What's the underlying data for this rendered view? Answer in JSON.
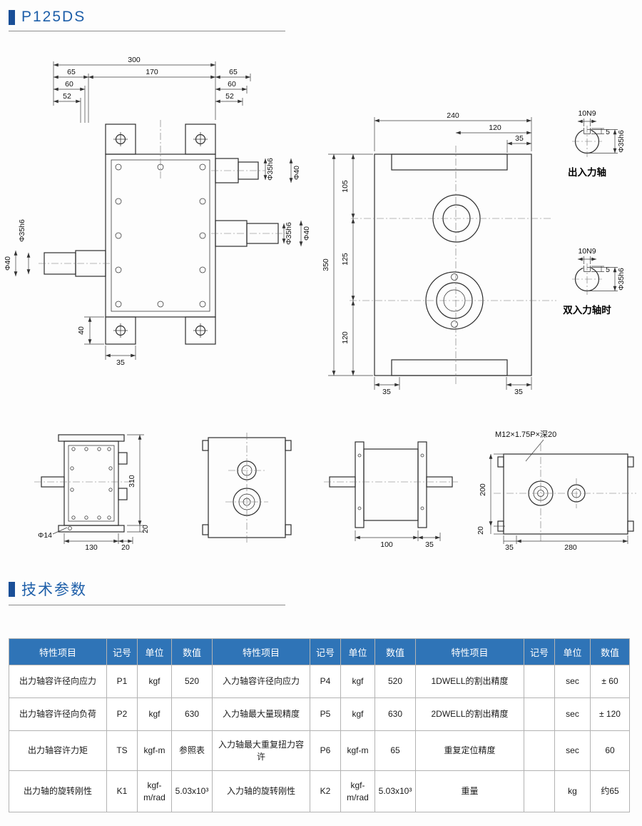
{
  "header": {
    "title": "P125DS"
  },
  "tech_section": {
    "title": "技术参数"
  },
  "front_view": {
    "dim_300": "300",
    "dim_65_left": "65",
    "dim_170": "170",
    "dim_65_right": "65",
    "dim_60_left": "60",
    "dim_60_right": "60",
    "dim_52_left": "52",
    "dim_52_right": "52",
    "dim_phi35h6_top_right": "Φ35h6",
    "dim_phi40_top_right": "Φ40",
    "dim_phi35h6_mid_right": "Φ35h6",
    "dim_phi40_mid_right": "Φ40",
    "dim_phi35h6_left": "Φ35h6",
    "dim_phi40_left": "Φ40",
    "dim_40_bottom": "40",
    "dim_35_bottom": "35"
  },
  "side_view": {
    "dim_240": "240",
    "dim_120_top": "120",
    "dim_35_top": "35",
    "dim_350": "350",
    "dim_105": "105",
    "dim_125": "125",
    "dim_120_left": "120",
    "dim_35_bottom_left": "35",
    "dim_35_bottom_right": "35"
  },
  "shaft_detail_top": {
    "dim_key": "10N9",
    "dim_depth": "5",
    "dim_dia": "Φ35h6",
    "label": "出入力轴"
  },
  "shaft_detail_bottom": {
    "dim_key": "10N9",
    "dim_depth": "5",
    "dim_dia": "Φ35h6",
    "label": "双入力轴时"
  },
  "view_a": {
    "dim_310": "310",
    "dim_phi14": "Φ14",
    "dim_130": "130",
    "dim_20_h": "20",
    "dim_20_v": "20"
  },
  "view_c": {
    "dim_100": "100",
    "dim_35": "35"
  },
  "view_d": {
    "callout": "M12×1.75P×深20",
    "dim_200": "200",
    "dim_20": "20",
    "dim_35": "35",
    "dim_280": "280"
  },
  "table": {
    "headers": [
      "特性项目",
      "记号",
      "单位",
      "数值",
      "特性项目",
      "记号",
      "单位",
      "数值",
      "特性项目",
      "记号",
      "单位",
      "数值"
    ],
    "rows": [
      [
        "出力轴容许径向应力",
        "P1",
        "kgf",
        "520",
        "入力轴容许径向应力",
        "P4",
        "kgf",
        "520",
        "1DWELL的割出精度",
        "",
        "sec",
        "± 60"
      ],
      [
        "出力轴容许径向负荷",
        "P2",
        "kgf",
        "630",
        "入力轴最大量现精度",
        "P5",
        "kgf",
        "630",
        "2DWELL的割出精度",
        "",
        "sec",
        "± 120"
      ],
      [
        "出力轴容许力矩",
        "TS",
        "kgf-m",
        "参照表",
        "入力轴最大重复扭力容许",
        "P6",
        "kgf-m",
        "65",
        "重复定位精度",
        "",
        "sec",
        "60"
      ],
      [
        "出力轴的旋转刚性",
        "K1",
        "kgf-m/rad",
        "5.03x10³",
        "入力轴的旋转刚性",
        "K2",
        "kgf-m/rad",
        "5.03x10³",
        "重量",
        "",
        "kg",
        "约65"
      ]
    ]
  }
}
